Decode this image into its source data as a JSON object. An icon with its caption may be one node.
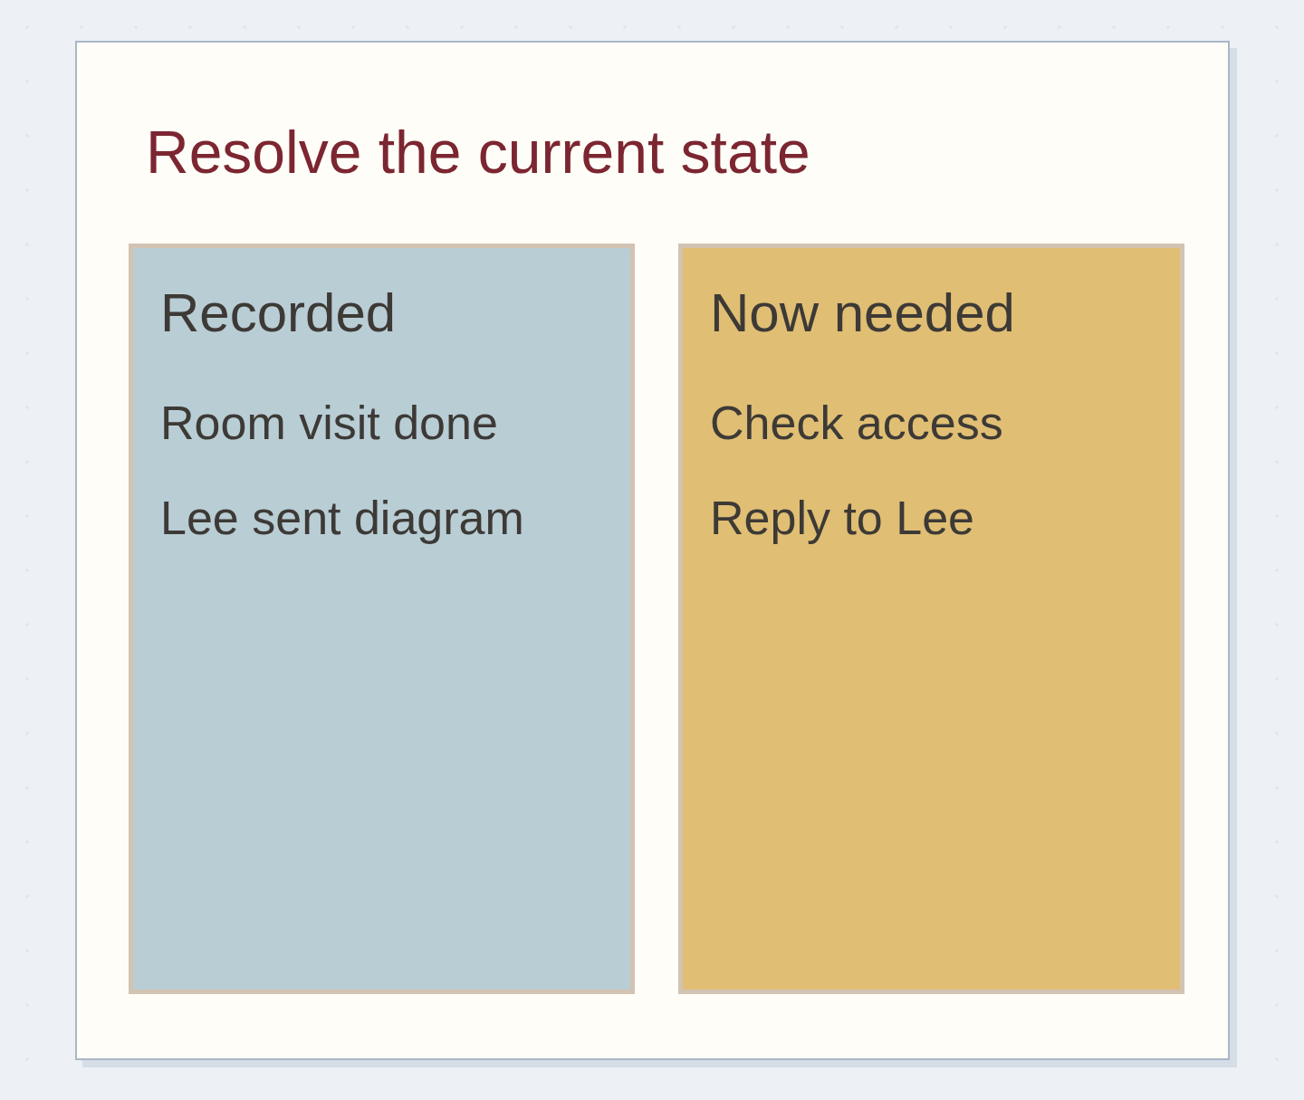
{
  "diagram": {
    "nodes": [
      {
        "text": [
          "Resolve the current state"
        ]
      },
      {
        "text": [
          "Recorded",
          "Room visit done",
          "Lee sent diagram"
        ],
        "in": 0
      },
      {
        "text": [
          "Now needed",
          "Check access",
          "Reply to Lee"
        ],
        "in": 0
      }
    ]
  }
}
